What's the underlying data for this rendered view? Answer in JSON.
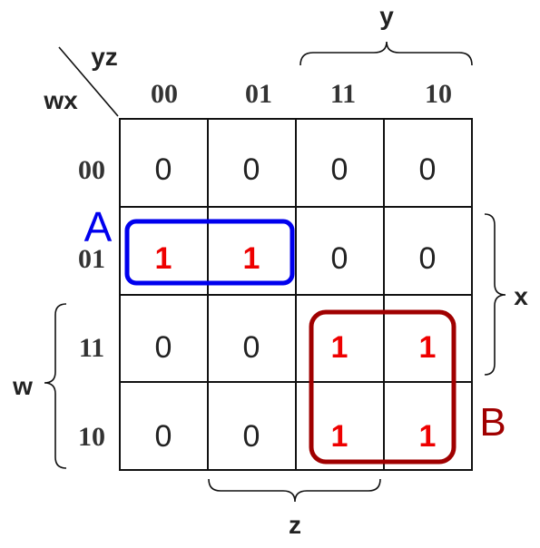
{
  "diagram": {
    "corner": {
      "row_var": "wx",
      "col_var": "yz"
    },
    "col_headers": [
      "00",
      "01",
      "11",
      "10"
    ],
    "row_headers": [
      "00",
      "01",
      "11",
      "10"
    ],
    "cells": [
      [
        "0",
        "0",
        "0",
        "0"
      ],
      [
        "1",
        "1",
        "0",
        "0"
      ],
      [
        "0",
        "0",
        "1",
        "1"
      ],
      [
        "0",
        "0",
        "1",
        "1"
      ]
    ],
    "braces": {
      "y": "y",
      "x": "x",
      "w": "w",
      "z": "z"
    },
    "groups": [
      {
        "label": "A",
        "color": "#0000ee"
      },
      {
        "label": "B",
        "color": "#a00000"
      }
    ]
  }
}
